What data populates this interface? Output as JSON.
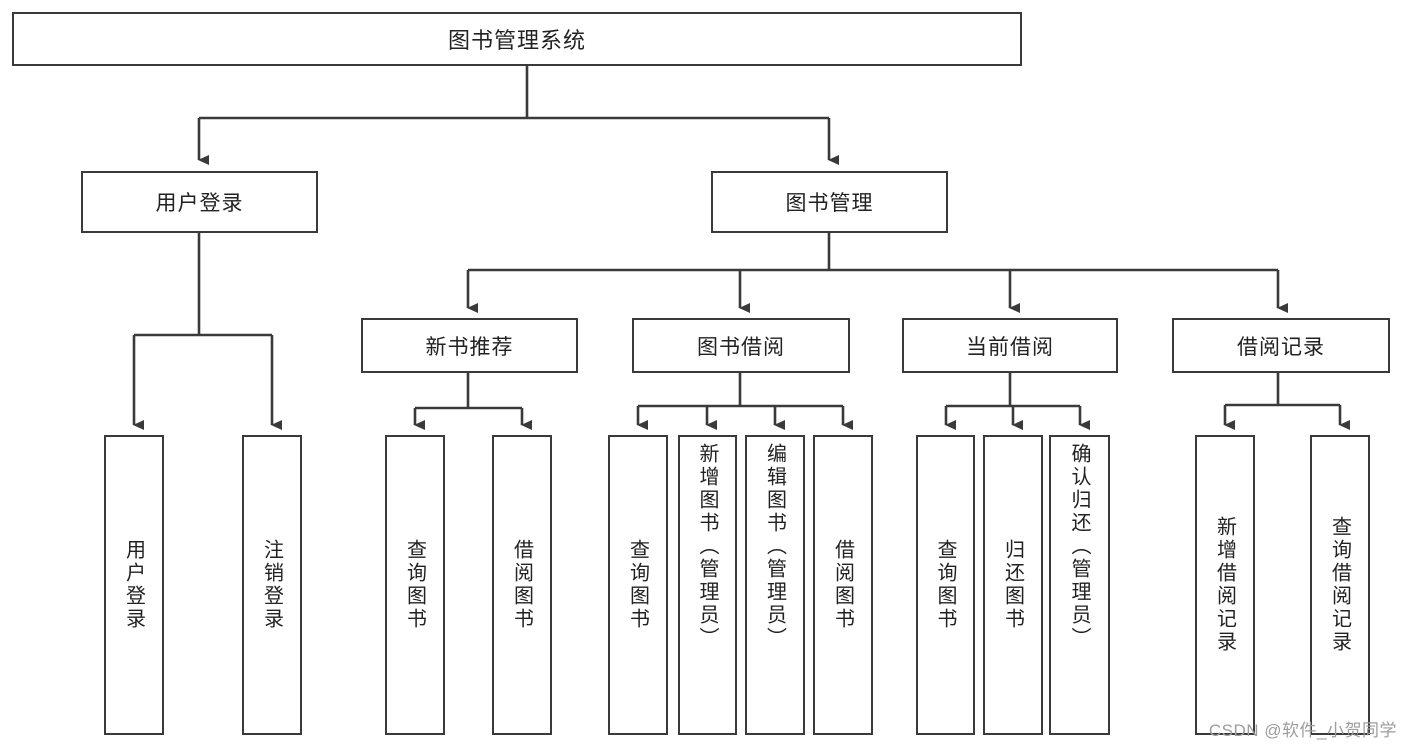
{
  "diagram": {
    "title": "图书管理系统",
    "type": "tree-hierarchy",
    "stroke_color": "#3a3a3a",
    "text_color": "#222222",
    "background": "#ffffff",
    "root": {
      "label": "图书管理系统"
    },
    "level2": [
      {
        "label": "用户登录"
      },
      {
        "label": "图书管理"
      }
    ],
    "level3": [
      {
        "label": "新书推荐"
      },
      {
        "label": "图书借阅"
      },
      {
        "label": "当前借阅"
      },
      {
        "label": "借阅记录"
      }
    ],
    "leaves_user_login": [
      {
        "label": "用户登录"
      },
      {
        "label": "注销登录"
      }
    ],
    "leaves_new_book": [
      {
        "label": "查询图书"
      },
      {
        "label": "借阅图书"
      }
    ],
    "leaves_borrow": [
      {
        "label": "查询图书"
      },
      {
        "label": "新增图书（管理员）"
      },
      {
        "label": "编辑图书（管理员）"
      },
      {
        "label": "借阅图书"
      }
    ],
    "leaves_current": [
      {
        "label": "查询图书"
      },
      {
        "label": "归还图书"
      },
      {
        "label": "确认归还（管理员）"
      }
    ],
    "leaves_records": [
      {
        "label": "新增借阅记录"
      },
      {
        "label": "查询借阅记录"
      }
    ]
  },
  "watermark": {
    "text": "CSDN @软件_小贺同学"
  }
}
